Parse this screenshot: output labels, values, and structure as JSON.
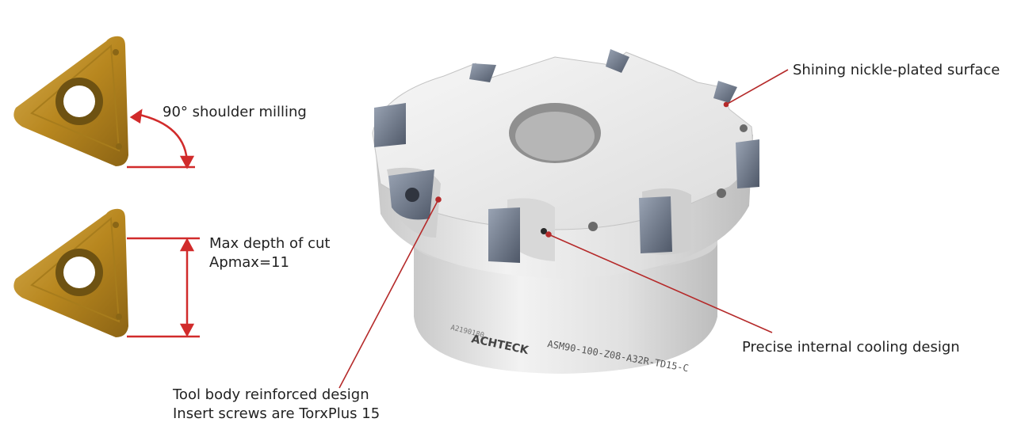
{
  "annotations": {
    "shoulder_milling": "90° shoulder milling",
    "max_depth_line1": "Max depth of cut",
    "max_depth_line2": "Apmax=11",
    "surface": "Shining nickle-plated surface",
    "cooling": "Precise internal cooling design",
    "body_line1": "Tool body reinforced design",
    "body_line2": "Insert screws are TorxPlus 15"
  },
  "product_markings": {
    "model": "ASM90-100-Z08-A32R-TD15-C",
    "serial": "A2190180",
    "brand": "ACHTECK"
  },
  "colors": {
    "callout_red": "#d12b2b",
    "insert_gold": "#b88a1e",
    "body_silver": "#e4e4e4",
    "insert_steel": "#6f7a8c"
  }
}
